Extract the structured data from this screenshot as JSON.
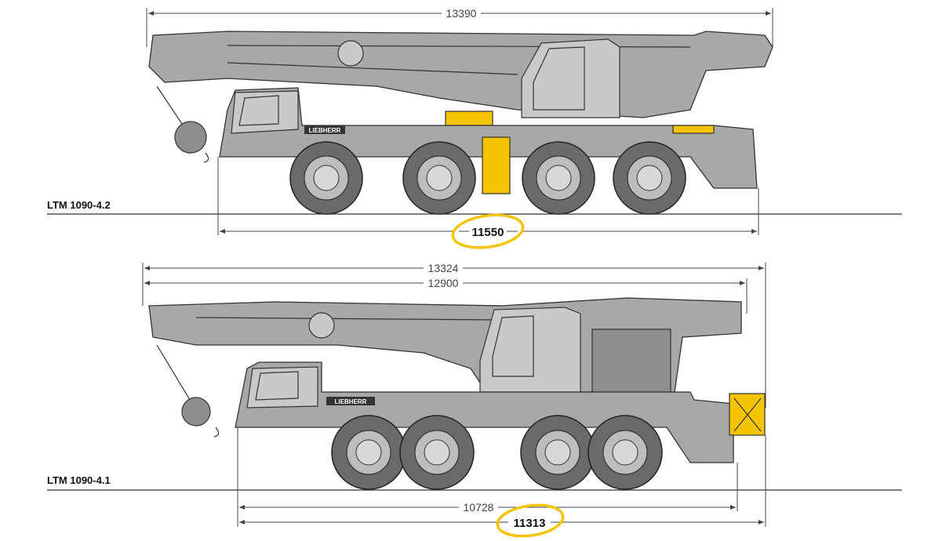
{
  "cranes": [
    {
      "model": "LTM 1090-4.2",
      "brand": "LIEBHERR",
      "dimensions": {
        "overall_length": "13390",
        "axle_overhang_length": "11550"
      }
    },
    {
      "model": "LTM 1090-4.1",
      "brand": "LIEBHERR",
      "dimensions": {
        "overall_length": "13324",
        "boom_length": "12900",
        "carrier_length": "10728",
        "axle_overhang_length": "11313"
      }
    }
  ],
  "colors": {
    "accent": "#f5c400",
    "body": "#a8a8a8"
  }
}
